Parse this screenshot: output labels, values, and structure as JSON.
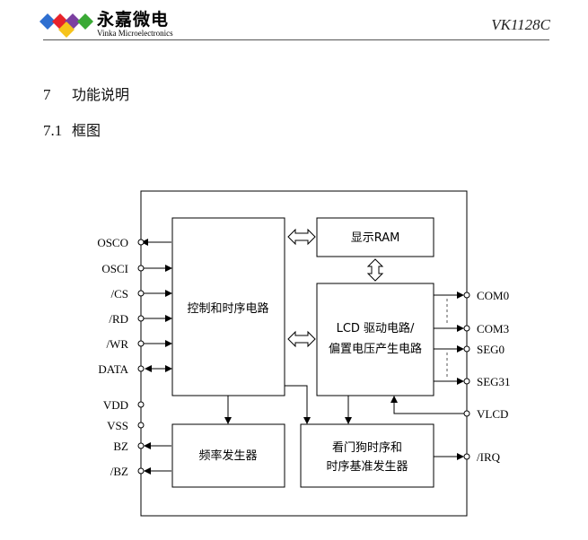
{
  "header": {
    "brand_cn": "永嘉微电",
    "brand_en": "Vinka Microelectronics",
    "model": "VK1128C"
  },
  "sections": {
    "s7_num": "7",
    "s7_title": "功能说明",
    "s71_num": "7.1",
    "s71_title": "框图"
  },
  "diagram": {
    "blocks": {
      "control": "控制和时序电路",
      "ram": "显示RAM",
      "lcd_line1": "LCD 驱动电路/",
      "lcd_line2": "偏置电压产生电路",
      "freq": "频率发生器",
      "wdt_line1": "看门狗时序和",
      "wdt_line2": "时序基准发生器"
    },
    "left_pins": [
      "OSCO",
      "OSCI",
      "/CS",
      "/RD",
      "/WR",
      "DATA",
      "VDD",
      "VSS",
      "BZ",
      "/BZ"
    ],
    "right_pins": [
      "COM0",
      "COM3",
      "SEG0",
      "SEG31",
      "VLCD",
      "/IRQ"
    ]
  },
  "colors": {
    "logo_diamonds": [
      "#2e6fd0",
      "#e8232a",
      "#f6c31b",
      "#3aa935",
      "#7b3fa0"
    ]
  }
}
